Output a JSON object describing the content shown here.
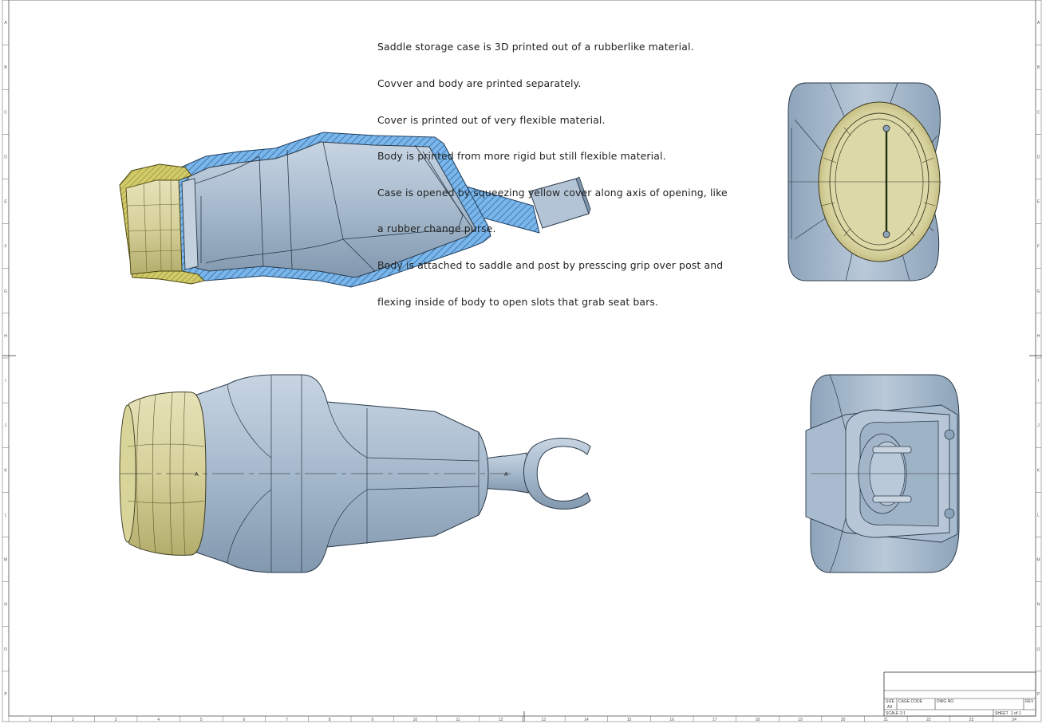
{
  "notes": [
    "Saddle storage case is 3D printed out of a rubberlike material.",
    "Covver and body are printed separately.",
    "Cover is printed out of very flexible material.",
    "Body is printed from more rigid but still flexible material.",
    "Case is opened by squeezing yellow cover along axis of opening, like",
    "a rubber change purse.",
    "Body is attached to saddle and post by presscing grip over post and",
    "flexing inside of body to open slots that grab seat bars."
  ],
  "title_block": {
    "size_label": "SIZE",
    "size_value": "A3",
    "cage_label": "CAGE CODE",
    "dwg_label": "DWG NO.",
    "rev_label": "REV",
    "scale_label": "SCALE",
    "scale_value": "2:1",
    "sheet_label": "SHEET",
    "sheet_value": "1 of 1"
  },
  "section_marks": [
    "A",
    "A"
  ],
  "zone_numbers": [
    "1",
    "2",
    "3",
    "4",
    "5",
    "6",
    "7",
    "8",
    "9",
    "10",
    "11",
    "12",
    "13",
    "14",
    "15",
    "16",
    "17",
    "18",
    "19",
    "20",
    "21",
    "22",
    "23",
    "24"
  ],
  "zone_letters": [
    "A",
    "B",
    "C",
    "D",
    "E",
    "F",
    "G",
    "H",
    "I",
    "J",
    "K",
    "L",
    "M",
    "N",
    "O",
    "P"
  ],
  "colors": {
    "body": "#a9bccf",
    "body_dark": "#7f95ab",
    "cover": "#d9d49a",
    "cover_dark": "#b9b36e",
    "section_fill": "#79b6ec"
  }
}
